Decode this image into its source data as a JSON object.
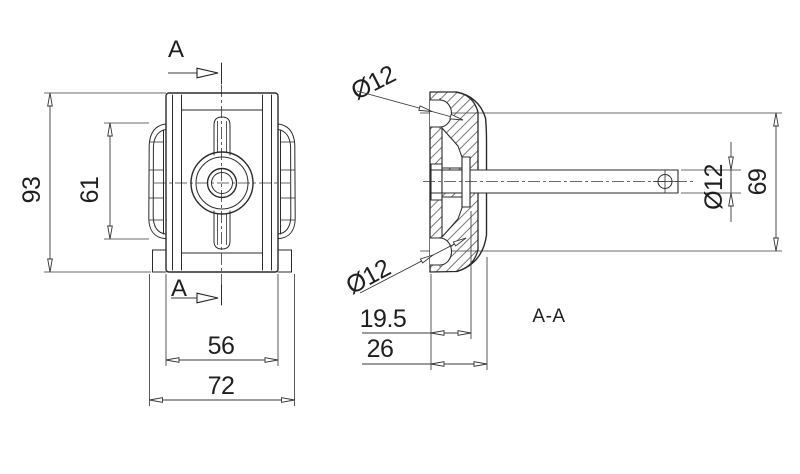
{
  "drawing": {
    "front_view": {
      "cut_letter_top": "A",
      "cut_letter_bottom": "A",
      "dim_height": "93",
      "dim_clip_height": "61",
      "dim_body_width": "56",
      "dim_overall_width": "72"
    },
    "section_view": {
      "label": "A-A",
      "dim_hole_upper": "Ø12",
      "dim_hole_lower": "Ø12",
      "dim_pin_diameter": "Ø12",
      "dim_depth_inner": "19.5",
      "dim_depth_outer": "26",
      "dim_height": "69"
    },
    "colors": {
      "line": "#2b2b2b",
      "dimension": "#3a3a3a",
      "background": "#ffffff"
    }
  }
}
